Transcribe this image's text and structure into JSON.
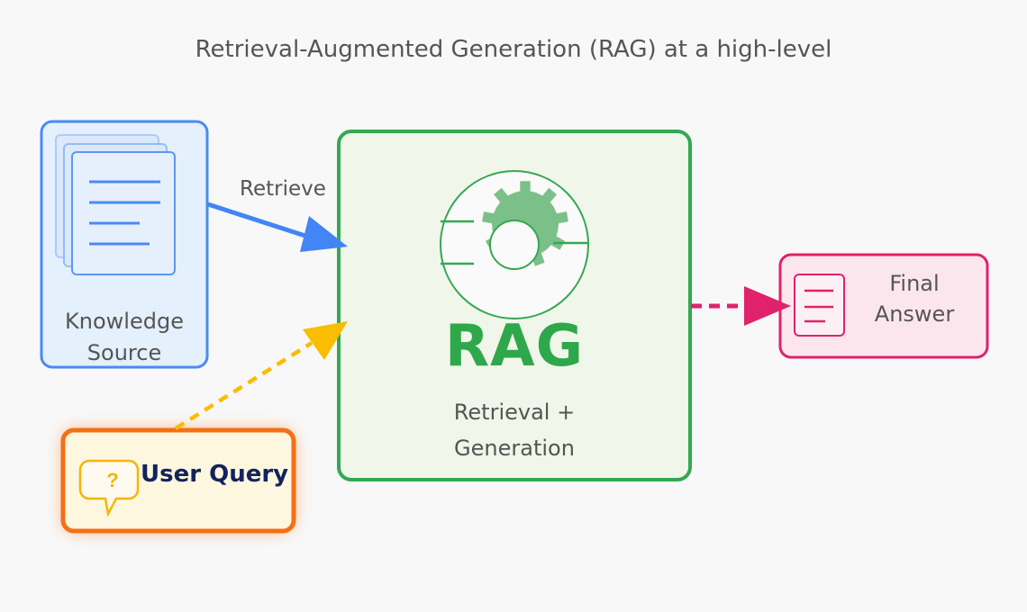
{
  "title": "Retrieval-Augmented Generation (RAG) at a high-level",
  "knowledge_source": {
    "line1": "Knowledge",
    "line2": "Source"
  },
  "retrieve_label": "Retrieve",
  "rag": {
    "name": "RAG",
    "sub_line1": "Retrieval +",
    "sub_line2": "Generation"
  },
  "final_answer": {
    "line1": "Final",
    "line2": "Answer"
  },
  "user_query": {
    "label": "User Query",
    "icon_glyph": "?"
  },
  "colors": {
    "knowledge_stroke": "#4a8af4",
    "knowledge_fill": "#e4f0fc",
    "rag_stroke": "#34a853",
    "rag_fill": "#f0f7ea",
    "gear": "#7cc089",
    "answer_stroke": "#e0226c",
    "answer_fill": "#fce6ee",
    "query_stroke": "#f57014",
    "query_fill": "#fdf7df",
    "query_arrow": "#fbbc04",
    "retrieve_arrow": "#4285f4"
  }
}
